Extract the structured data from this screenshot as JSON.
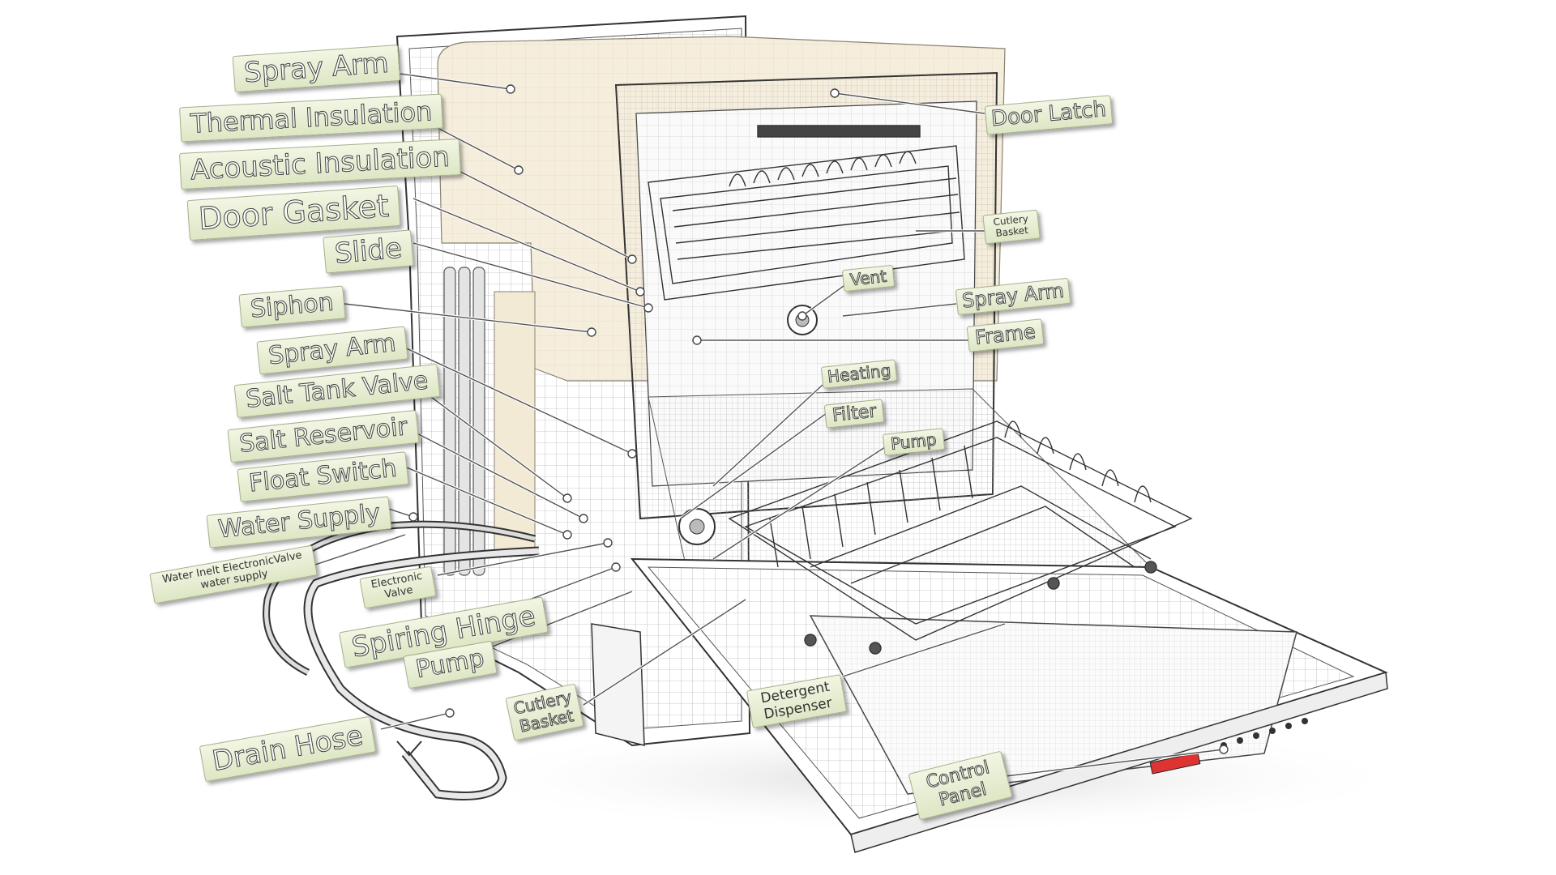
{
  "diagram": {
    "labels": {
      "spray_arm_top": "Spray Arm",
      "thermal_insulation": "Thermal Insulation",
      "acoustic_insulation": "Acoustic  Insulation",
      "door_gasket": "Door Gasket",
      "slide": "Slide",
      "siphon": "Siphon",
      "spray_arm_mid": "Spray Arm",
      "salt_tank_valve": "Salt Tank Valve",
      "salt_reservoir": "Salt Reservoir",
      "float_switch": "Float Switch",
      "water_supply": "Water Supply",
      "water_inlet": "Water Inelt ElectronicValve water supply",
      "electronic_valve": "Electronic Valve",
      "spiring_hinge": "Spiring Hinge",
      "pump_left": "Pump",
      "drain_hose": "Drain Hose",
      "cutlery_basket_bottom": "Cutlery Basket",
      "detergent_dispenser": "Detergent Dispenser",
      "control_panel": "Control Panel",
      "door_latch": "Door Latch",
      "cutlery_basket_right": "Cutlery Basket",
      "vent": "Vent",
      "spray_arm_right": "Spray Arm",
      "frame": "Frame",
      "heating": "Heating",
      "filter": "Filter",
      "pump_center": "Pump"
    },
    "colors": {
      "label_fill": "#e4ebcf",
      "insulation": "#f6eedd",
      "wire": "#444444"
    }
  }
}
